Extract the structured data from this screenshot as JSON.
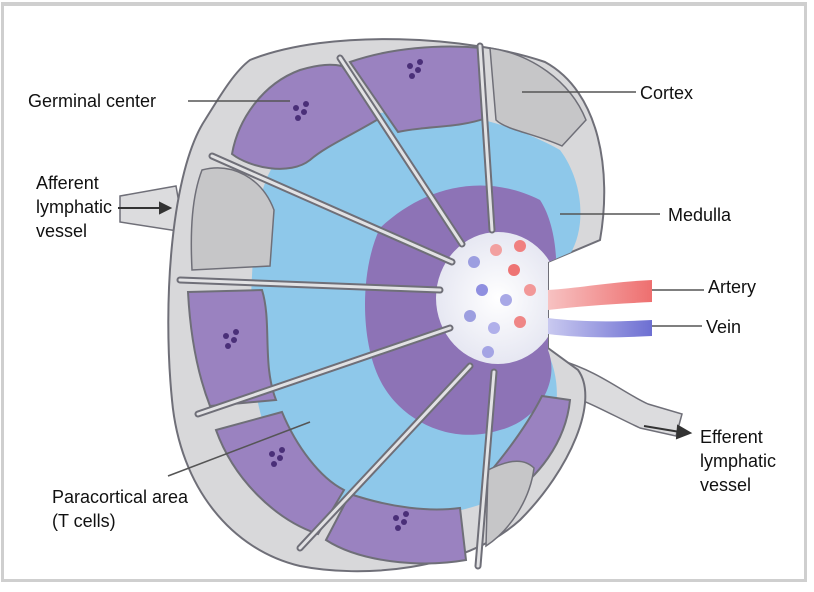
{
  "labels": {
    "germinal_center": "Germinal center",
    "cortex": "Cortex",
    "afferent_line1": "Afferent",
    "afferent_line2": "lymphatic",
    "afferent_line3": "vessel",
    "medulla": "Medulla",
    "artery": "Artery",
    "vein": "Vein",
    "efferent_line1": "Efferent",
    "efferent_line2": "lymphatic",
    "efferent_line3": "vessel",
    "paracortical_line1": "Paracortical area",
    "paracortical_line2": "(T cells)"
  },
  "colors": {
    "capsule": "#d8d8da",
    "capsule_stroke": "#6f6f78",
    "follicle": "#9a82c0",
    "follicle_dots": "#5b3f8c",
    "paracortex": "#8ec8ea",
    "paracortex_dots": "#3d95d4",
    "medulla": "#8d73b6",
    "hilum": "#f1f2f7",
    "artery": "#f08a8a",
    "vein": "#7d7fd6",
    "leader_line": "#555555"
  }
}
